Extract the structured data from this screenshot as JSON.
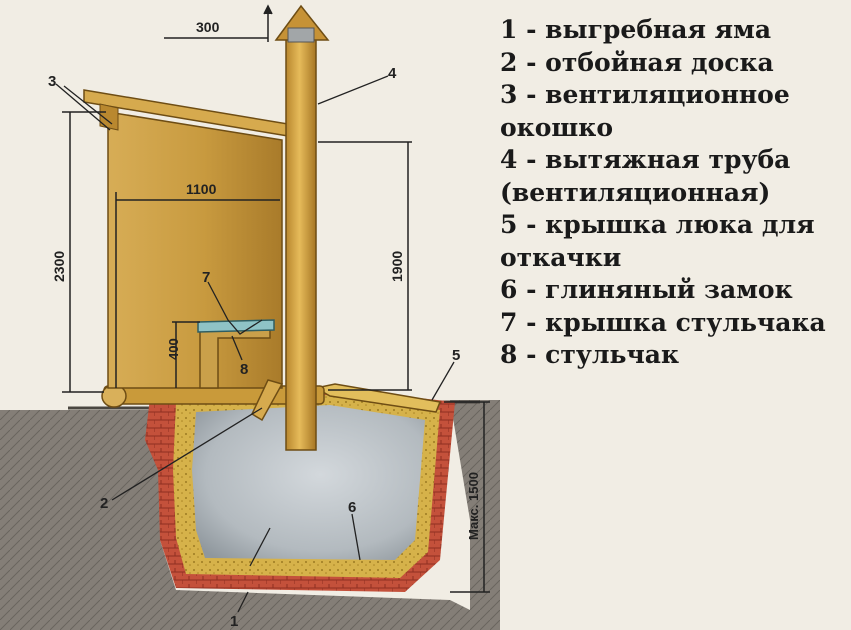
{
  "dimensions": {
    "vent_offset": "300",
    "total_height": "2300",
    "width": "1100",
    "pipe_height": "1900",
    "seat_height": "400",
    "pit_depth": "Макс. 1500"
  },
  "callouts": [
    "1",
    "2",
    "3",
    "4",
    "5",
    "6",
    "7",
    "8"
  ],
  "legend": [
    "1 - выгребная яма",
    "2 - отбойная доска",
    "3 - вентиляционное",
    "окошко",
    "4 - вытяжная труба",
    "(вентиляционная)",
    "5 - крышка люка для",
    "откачки",
    "6 - глиняный замок",
    "7 - крышка стульчака",
    "8 - стульчак"
  ],
  "colors": {
    "wood": "#c99a3a",
    "wood_dark": "#8a5e1a",
    "pipe": "#d9a844",
    "brick": "#c8553f",
    "clay": "#d6b24a",
    "pit": "#b9bfc4",
    "soil": "#6f6a63"
  }
}
